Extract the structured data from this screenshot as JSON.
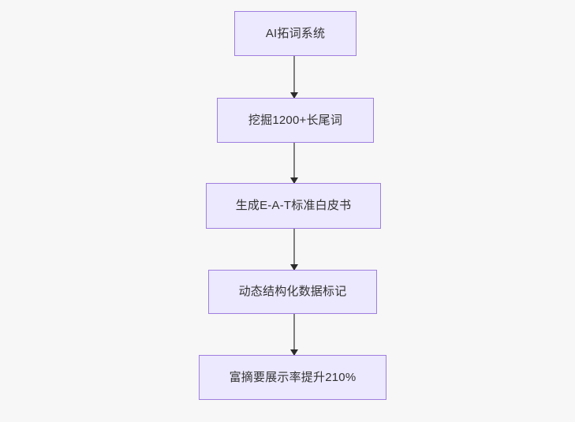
{
  "diagram": {
    "type": "flowchart",
    "direction": "top-to-bottom",
    "background_color": "#f7f7f7",
    "node_fill_color": "#ece8fd",
    "node_border_color": "#9f7ee0",
    "node_text_color": "#333333",
    "edge_color": "#7f7f7f",
    "arrowhead_color": "#2b2b2b",
    "nodes": [
      {
        "id": "n1",
        "label": "AI拓词系统"
      },
      {
        "id": "n2",
        "label": "挖掘1200+长尾词"
      },
      {
        "id": "n3",
        "label": "生成E-A-T标准白皮书"
      },
      {
        "id": "n4",
        "label": "动态结构化数据标记"
      },
      {
        "id": "n5",
        "label": "富摘要展示率提升210%"
      }
    ],
    "edges": [
      {
        "id": "e1",
        "from": "n1",
        "to": "n2",
        "label": ""
      },
      {
        "id": "e2",
        "from": "n2",
        "to": "n3",
        "label": ""
      },
      {
        "id": "e3",
        "from": "n3",
        "to": "n4",
        "label": ""
      },
      {
        "id": "e4",
        "from": "n4",
        "to": "n5",
        "label": ""
      }
    ]
  }
}
